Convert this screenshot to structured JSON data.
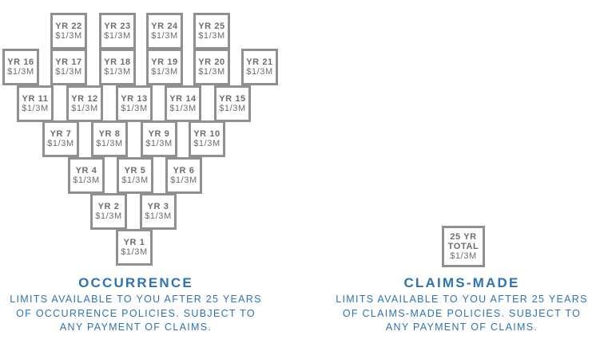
{
  "occurrence": {
    "title": "OCCURRENCE",
    "description_lines": [
      "LIMITS AVAILABLE TO YOU AFTER 25 YEARS",
      "OF OCCURRENCE POLICIES. SUBJECT TO",
      "ANY PAYMENT OF CLAIMS."
    ],
    "years": [
      {
        "label": "YR 22",
        "limit": "$1/3M"
      },
      {
        "label": "YR 23",
        "limit": "$1/3M"
      },
      {
        "label": "YR 24",
        "limit": "$1/3M"
      },
      {
        "label": "YR 25",
        "limit": "$1/3M"
      },
      {
        "label": "YR 16",
        "limit": "$1/3M"
      },
      {
        "label": "YR 17",
        "limit": "$1/3M"
      },
      {
        "label": "YR 18",
        "limit": "$1/3M"
      },
      {
        "label": "YR 19",
        "limit": "$1/3M"
      },
      {
        "label": "YR 20",
        "limit": "$1/3M"
      },
      {
        "label": "YR 21",
        "limit": "$1/3M"
      },
      {
        "label": "YR 11",
        "limit": "$1/3M"
      },
      {
        "label": "YR 12",
        "limit": "$1/3M"
      },
      {
        "label": "YR 13",
        "limit": "$1/3M"
      },
      {
        "label": "YR 14",
        "limit": "$1/3M"
      },
      {
        "label": "YR 15",
        "limit": "$1/3M"
      },
      {
        "label": "YR 7",
        "limit": "$1/3M"
      },
      {
        "label": "YR 8",
        "limit": "$1/3M"
      },
      {
        "label": "YR 9",
        "limit": "$1/3M"
      },
      {
        "label": "YR 10",
        "limit": "$1/3M"
      },
      {
        "label": "YR 4",
        "limit": "$1/3M"
      },
      {
        "label": "YR 5",
        "limit": "$1/3M"
      },
      {
        "label": "YR 6",
        "limit": "$1/3M"
      },
      {
        "label": "YR 2",
        "limit": "$1/3M"
      },
      {
        "label": "YR 3",
        "limit": "$1/3M"
      },
      {
        "label": "YR 1",
        "limit": "$1/3M"
      }
    ]
  },
  "claims_made": {
    "title": "CLAIMS-MADE",
    "description_lines": [
      "LIMITS AVAILABLE TO YOU AFTER 25 YEARS",
      "OF CLAIMS-MADE POLICIES. SUBJECT TO",
      "ANY PAYMENT OF CLAIMS."
    ],
    "total_box": {
      "line1": "25 YR",
      "line2": "TOTAL",
      "limit": "$1/3M"
    }
  },
  "colors": {
    "accent": "#2e73b5",
    "box_border": "#8f8f8f",
    "box_text": "#6d6d6d"
  }
}
